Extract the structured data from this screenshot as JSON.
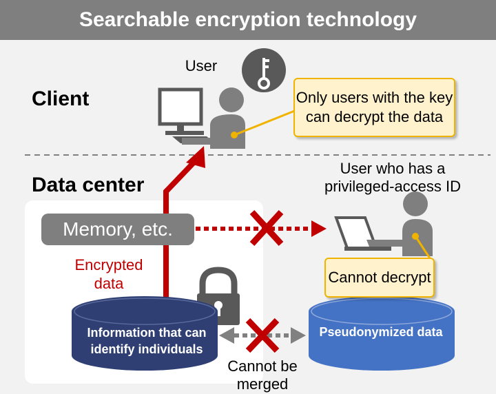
{
  "title": "Searchable encryption technology",
  "client_label": "Client",
  "datacenter_label": "Data center",
  "user_label": "User",
  "privileged_user_label": "User who has a privileged-access ID",
  "callout_key": "Only users with the key can decrypt the data",
  "callout_cannot_decrypt": "Cannot decrypt",
  "memory_label": "Memory, etc.",
  "encrypted_data_label": "Encrypted data",
  "db_identify": "Information that can identify individuals",
  "db_pseudo": "Pseudonymized data",
  "cannot_merge_label": "Cannot be merged",
  "icons": [
    "key-icon",
    "lock-icon",
    "computer-icon",
    "laptop-icon",
    "user-icon",
    "cross-icon"
  ],
  "colors": {
    "title_bg": "#7f7f7f",
    "encrypted_red": "#c00000",
    "callout_fill": "#fff2cc",
    "callout_border": "#f0b400",
    "db_dark": "#2f3f73",
    "db_blue": "#4472c4"
  }
}
